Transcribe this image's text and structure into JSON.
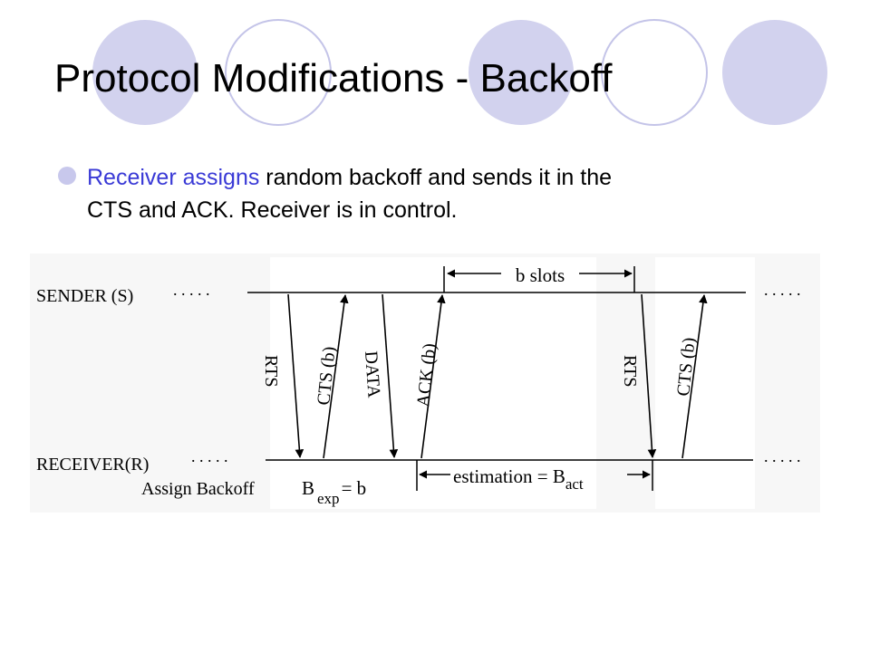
{
  "slide": {
    "title": "Protocol Modifications - Backoff",
    "bullet": {
      "highlight": "Receiver assigns",
      "rest_line1": " random backoff and sends it in the",
      "rest_line2": "CTS and ACK.  Receiver is in control."
    },
    "colors": {
      "accent": "#3a3ad6",
      "bullet": "#c8c8ec",
      "circle_fill": "#d2d2ee",
      "circle_stroke": "#c4c4e8"
    }
  },
  "diagram": {
    "sender_label": "SENDER (S)",
    "receiver_label": "RECEIVER(R)",
    "dots": ". . . . .",
    "b_slots_label": "b slots",
    "messages": [
      "RTS",
      "CTS (b)",
      "DATA",
      "ACK (b)",
      "RTS",
      "CTS (b)"
    ],
    "assign_label": "Assign Backoff",
    "bexp_b": "B",
    "bexp_sub": "exp",
    "bexp_eq": "= b",
    "estimation_text": "estimation = B",
    "estimation_sub": "act"
  }
}
